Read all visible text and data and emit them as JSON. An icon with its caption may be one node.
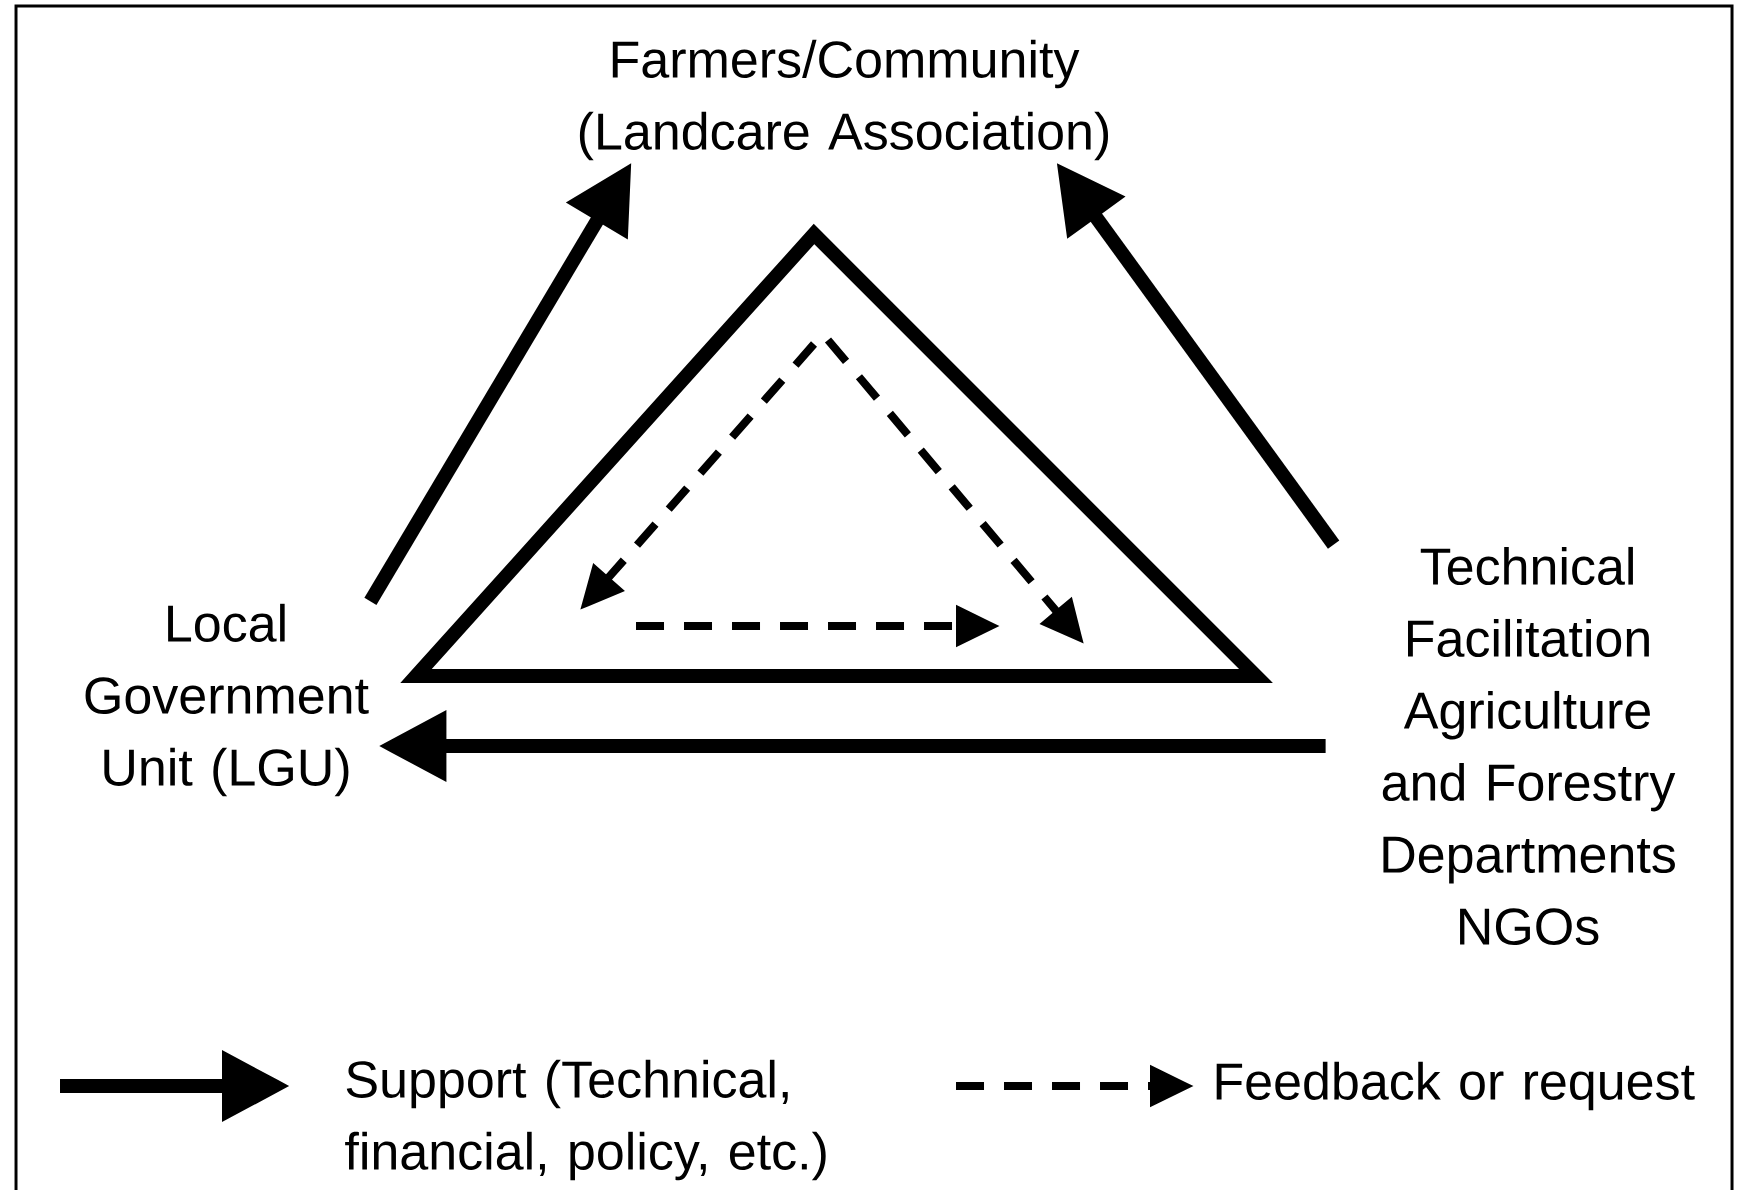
{
  "diagram": {
    "nodes": [
      {
        "text": [
          "Farmers/Community (Landcare Association)"
        ]
      },
      {
        "text": [
          "Local Government Unit (LGU)"
        ]
      },
      {
        "text": [
          "Technical Facilitation Agriculture and Forestry Departments NGOs"
        ]
      }
    ],
    "edges": [
      {
        "from": 1,
        "to": 0,
        "arrow": "to"
      },
      {
        "from": 2,
        "to": 0,
        "arrow": "to"
      },
      {
        "from": 2,
        "to": 1,
        "arrow": "to"
      }
    ],
    "legend": [
      {
        "text": "Support (Technical, financial, policy, etc.)"
      },
      {
        "text": "Feedback or request"
      }
    ]
  }
}
